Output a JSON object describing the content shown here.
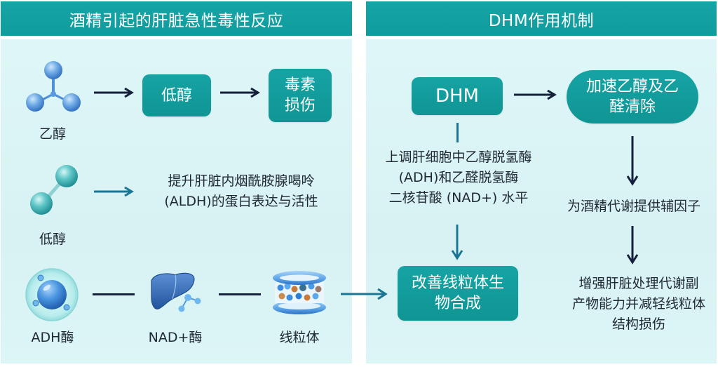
{
  "colors": {
    "header_bg": "#14a0a2",
    "panel_bg": "#dcf5f6",
    "box_bg": "#13999a",
    "arrow_dark": "#15203a",
    "arrow_teal": "#1a7694"
  },
  "left_panel": {
    "title": "酒精引起的肝脏急性毒性反应",
    "row1": {
      "icon": "molecule-three-atom-icon",
      "icon_label": "乙醇",
      "box1": "低醇",
      "box2_line1": "毒素",
      "box2_line2": "损伤"
    },
    "row2": {
      "icon": "molecule-two-atom-icon",
      "icon_label": "低醇",
      "text_line1": "提升肝脏内烟酰胺腺喝呤",
      "text_line2": "(ALDH)的蛋白表达与活性"
    },
    "row3": {
      "items": [
        {
          "icon": "cell-icon",
          "label": "ADH酶"
        },
        {
          "icon": "liver-icon",
          "label": "NAD+酶"
        },
        {
          "icon": "mitochondria-icon",
          "label": "线粒体"
        }
      ]
    }
  },
  "right_panel": {
    "title": "DHM作用机制",
    "dhm_box": "DHM",
    "clearance_box_line1": "加速乙醇及乙",
    "clearance_box_line2": "醛清除",
    "upregulate_text": [
      "上调肝细胞中乙醇脱氢酶",
      "(ADH)和乙醛脱氢酶",
      "二核苷酸 (NAD+) 水平"
    ],
    "cofactor_text": "为酒精代谢提供辅因子",
    "mito_box_line1": "改善线粒体生",
    "mito_box_line2": "物合成",
    "enhance_text": [
      "增强肝脏处理代谢副",
      "产物能力并减轻线粒体",
      "结构损伤"
    ]
  }
}
